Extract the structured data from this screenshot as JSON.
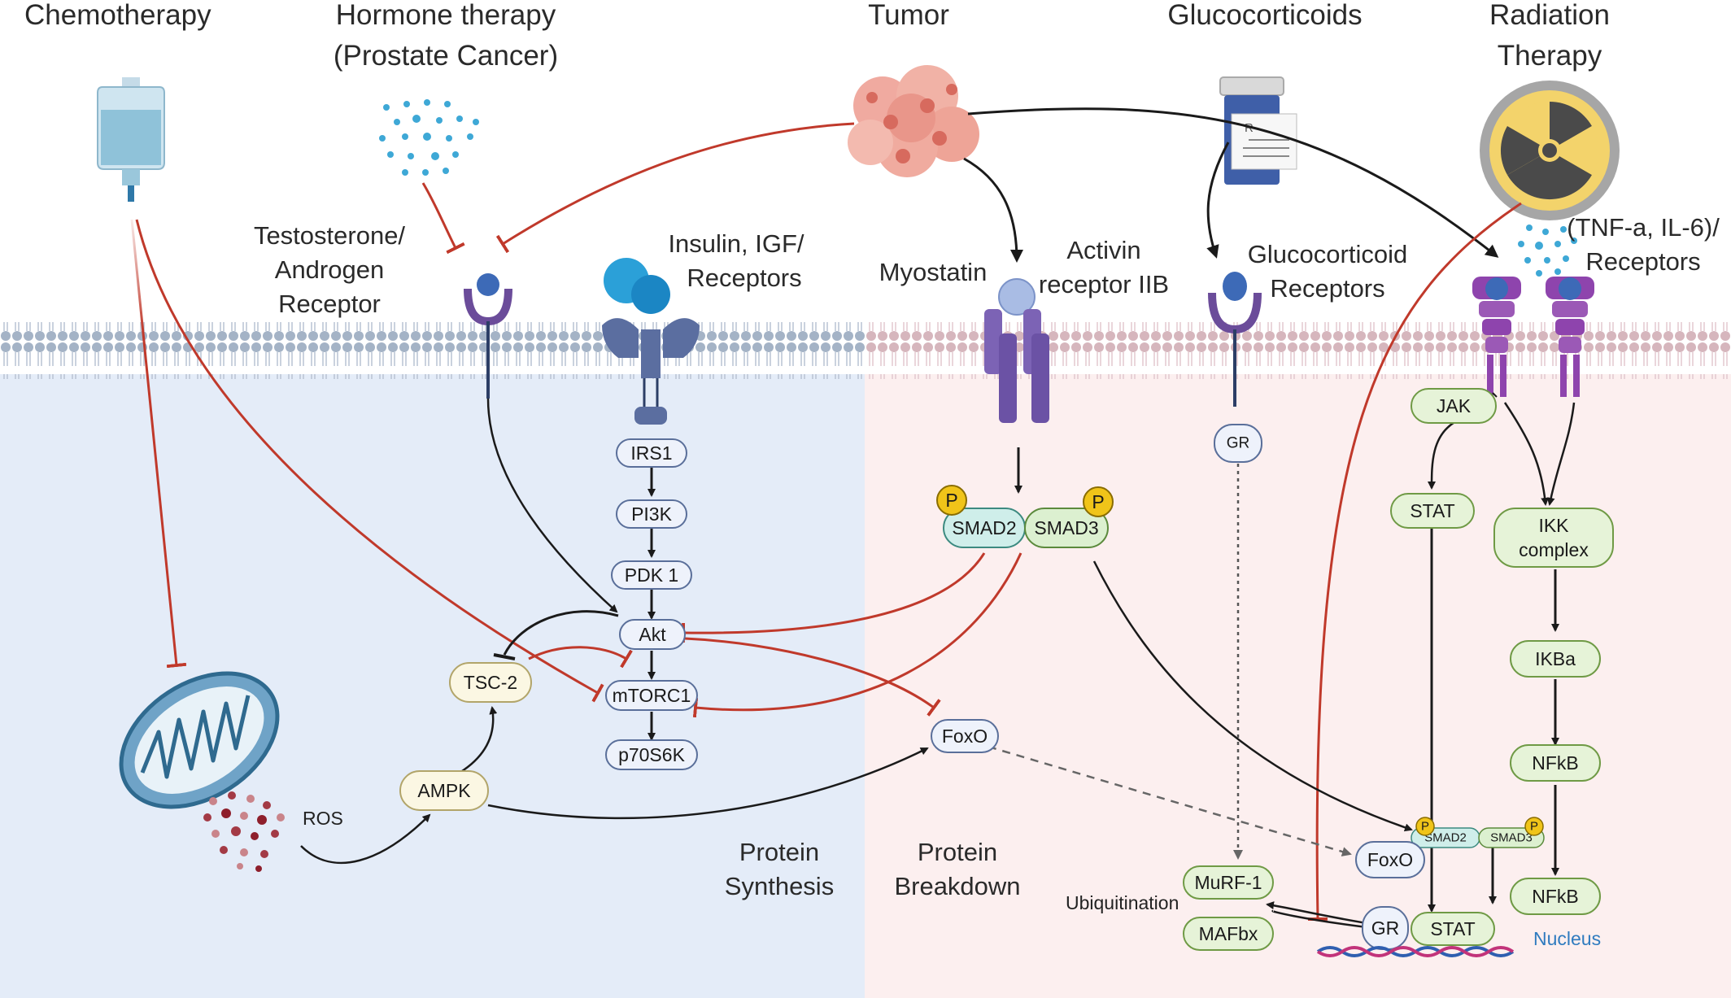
{
  "headers": {
    "chemo": "Chemotherapy",
    "hormone_l1": "Hormone therapy",
    "hormone_l2": "(Prostate Cancer)",
    "tumor": "Tumor",
    "gluco": "Glucocorticoids",
    "radiation_l1": "Radiation",
    "radiation_l2": "Therapy"
  },
  "labels": {
    "testo_l1": "Testosterone/",
    "testo_l2": "Androgen",
    "testo_l3": "Receptor",
    "insulin_l1": "Insulin, IGF/",
    "insulin_l2": "Receptors",
    "myostatin": "Myostatin",
    "activin_l1": "Activin",
    "activin_l2": "receptor IIB",
    "gluco_rec_l1": "Glucocorticoid",
    "gluco_rec_l2": "Receptors",
    "tnf_l1": "(TNF-a, IL-6)/",
    "tnf_l2": "Receptors",
    "ros": "ROS",
    "synthesis_l1": "Protein",
    "synthesis_l2": "Synthesis",
    "breakdown_l1": "Protein",
    "breakdown_l2": "Breakdown",
    "ubiquitination": "Ubiquitination",
    "nucleus": "Nucleus",
    "rx": "R"
  },
  "nodes": {
    "irs1": "IRS1",
    "pi3k": "PI3K",
    "pdk1": "PDK 1",
    "akt": "Akt",
    "mtorc1": "mTORC1",
    "p70s6k": "p70S6K",
    "tsc2": "TSC-2",
    "ampk": "AMPK",
    "foxo": "FoxO",
    "smad2": "SMAD2",
    "smad3": "SMAD3",
    "p": "P",
    "gr": "GR",
    "jak": "JAK",
    "stat": "STAT",
    "ikk_l1": "IKK",
    "ikk_l2": "complex",
    "ikba": "IKBa",
    "nfkb": "NFkB",
    "foxo_nuc": "FoxO",
    "murf1": "MuRF-1",
    "mafbx": "MAFbx",
    "gr_nuc": "GR",
    "stat_nuc": "STAT",
    "smad2_nuc": "SMAD2",
    "smad3_nuc": "SMAD3",
    "nfkb_nuc": "NFkB"
  },
  "colors": {
    "synthesis_bg": "#e4ecf8",
    "breakdown_bg": "#fcefef",
    "inhibit": "#c0392b",
    "activate": "#1a1a1a",
    "nucleus_text": "#2f7bbf"
  }
}
